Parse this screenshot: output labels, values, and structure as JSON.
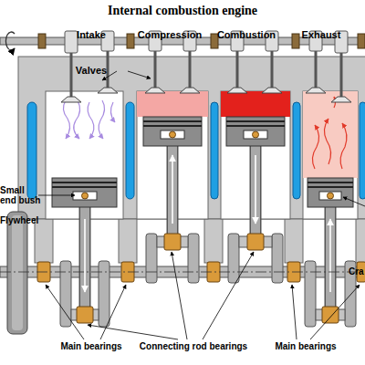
{
  "diagram": {
    "title": "Internal combustion engine",
    "labels": [
      "Intake",
      "Compression",
      "Combustion",
      "Exhaust",
      "Valves",
      "Small end bush",
      "Flywheel",
      "Main bearings",
      "Connecting rod bearings",
      "Main bearings",
      "Cra"
    ]
  }
}
